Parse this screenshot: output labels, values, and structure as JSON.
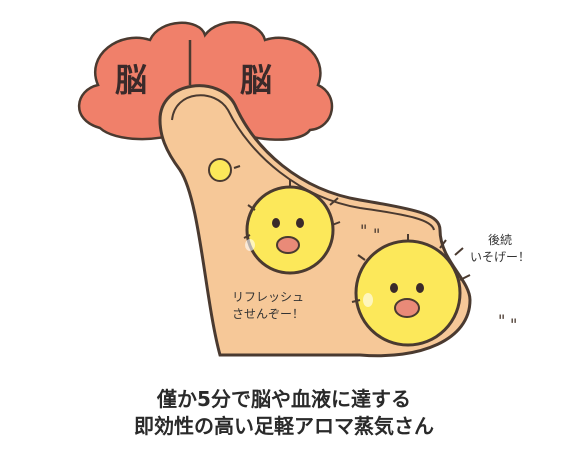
{
  "brain": {
    "left_label": "脳",
    "right_label": "脳"
  },
  "speech": {
    "middle": {
      "line1": "リフレッシュ",
      "line2": "させんぞー！"
    },
    "right": {
      "line1": "後続",
      "line2": "いそげー！"
    }
  },
  "caption": {
    "line1": "僅か5分で脳や血液に達する",
    "line2": "即効性の高い足軽アロマ蒸気さん"
  },
  "colors": {
    "brain": "#f0806a",
    "pathway": "#f6c898",
    "chick": "#fce85a",
    "beak": "#e98a78",
    "outline": "#4a3a30"
  }
}
